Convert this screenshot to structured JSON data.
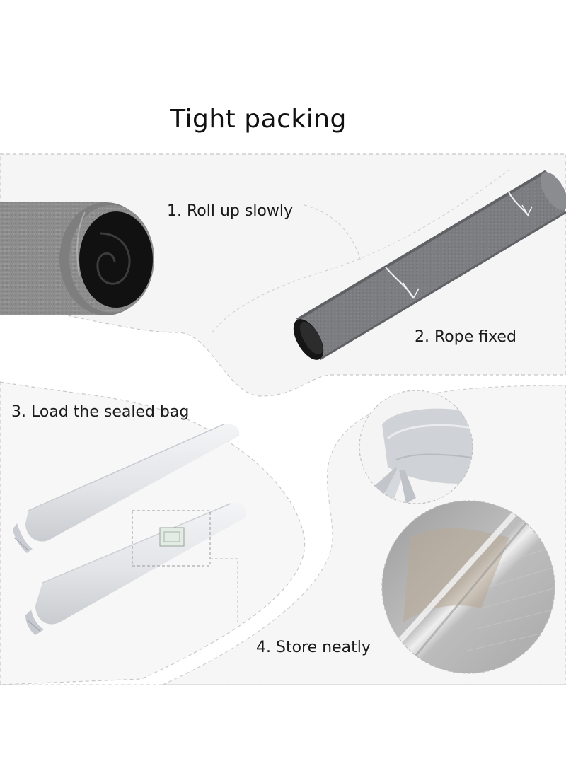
{
  "title": "Tight packing",
  "steps": [
    {
      "label": "1. Roll up slowly"
    },
    {
      "label": "2. Rope fixed"
    },
    {
      "label": "3. Load the sealed bag"
    },
    {
      "label": "4. Store neatly"
    }
  ],
  "colors": {
    "panel": "#f4f4f4",
    "dash": "#c8c8c8",
    "fabric": "#8c8c8c",
    "fabric_dark": "#5e5e5e",
    "bag": "#e4e6e9",
    "core": "#111111"
  }
}
